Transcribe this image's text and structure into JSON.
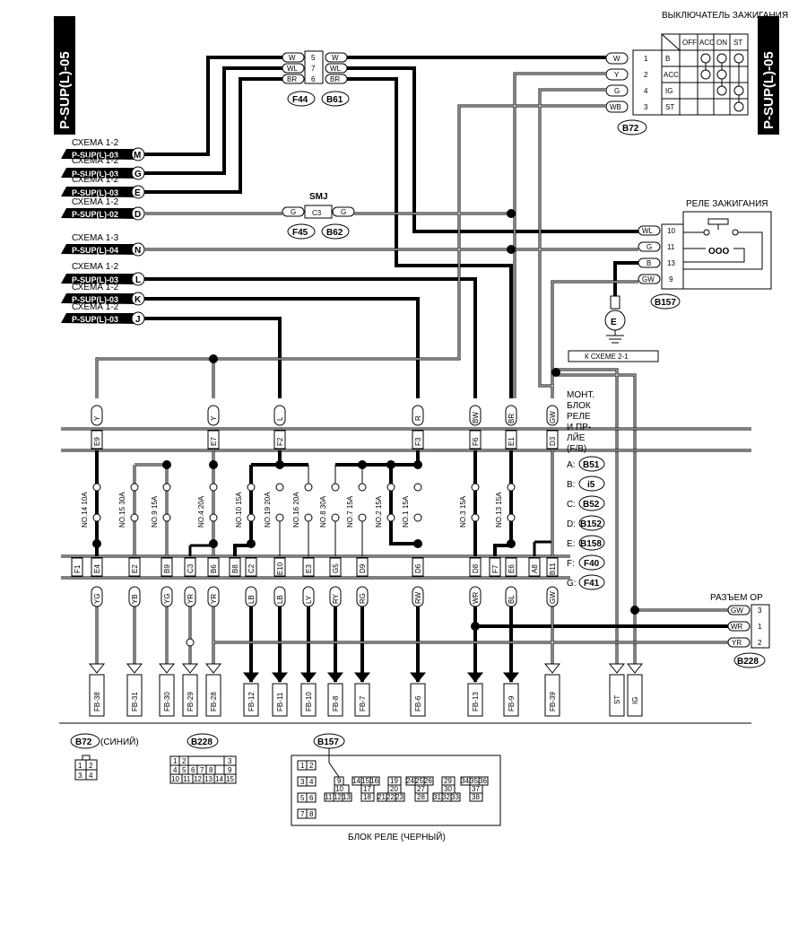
{
  "page_tags": {
    "left": "P-SUP(L)-05",
    "right": "P-SUP(L)-05"
  },
  "switch": {
    "title": "ВЫКЛЮЧАТЕЛЬ ЗАЖИГАНИЯ",
    "cols": [
      "OFF",
      "ACC",
      "ON",
      "ST"
    ],
    "rows": [
      "B",
      "ACC",
      "IG",
      "ST"
    ],
    "wires": [
      {
        "c": "W",
        "p": "1"
      },
      {
        "c": "Y",
        "p": "2"
      },
      {
        "c": "G",
        "p": "4"
      },
      {
        "c": "WB",
        "p": "3"
      }
    ],
    "connector": "B72"
  },
  "top_connector": {
    "left": [
      "W",
      "WL",
      "BR"
    ],
    "pins": [
      "5",
      "7",
      "6"
    ],
    "right": [
      "W",
      "WL",
      "BR"
    ],
    "id_left": "F44",
    "id_right": "B61"
  },
  "smj": {
    "title": "SMJ",
    "left": "G",
    "pin": "C3",
    "right": "G",
    "id_left": "F45",
    "id_right": "B62"
  },
  "relay": {
    "title": "РЕЛЕ ЗАЖИГАНИЯ",
    "wires": [
      {
        "c": "WL",
        "p": "10"
      },
      {
        "c": "G",
        "p": "11"
      },
      {
        "c": "B",
        "p": "13"
      },
      {
        "c": "GW",
        "p": "9"
      }
    ],
    "connector": "B157",
    "ground": "E",
    "ground_ref": "К СХЕМЕ 2-1"
  },
  "refs": [
    {
      "s": "СХЕМА 1-2",
      "p": "P-SUP(L)-03",
      "l": "M"
    },
    {
      "s": "СХЕМА 1-2",
      "p": "P-SUP(L)-03",
      "l": "G"
    },
    {
      "s": "СХЕМА 1-2",
      "p": "P-SUP(L)-03",
      "l": "E"
    },
    {
      "s": "СХЕМА 1-2",
      "p": "P-SUP(L)-02",
      "l": "D"
    },
    {
      "s": "СХЕМА 1-3",
      "p": "P-SUP(L)-04",
      "l": "N"
    },
    {
      "s": "СХЕМА 1-2",
      "p": "P-SUP(L)-03",
      "l": "L"
    },
    {
      "s": "СХЕМА 1-2",
      "p": "P-SUP(L)-03",
      "l": "K"
    },
    {
      "s": "СХЕМА 1-2",
      "p": "P-SUP(L)-03",
      "l": "J"
    }
  ],
  "fuse_block": {
    "title": [
      "МОНТ.",
      "БЛОК",
      "РЕЛЕ",
      "И ПР-",
      "ЛЙЕ",
      "(F/B)"
    ],
    "legend": [
      {
        "k": "A:",
        "v": "B51"
      },
      {
        "k": "B:",
        "v": "i5"
      },
      {
        "k": "C:",
        "v": "B52"
      },
      {
        "k": "D:",
        "v": "B152"
      },
      {
        "k": "E:",
        "v": "B158"
      },
      {
        "k": "F:",
        "v": "F40"
      },
      {
        "k": "G:",
        "v": "F41"
      }
    ],
    "top_wires": [
      "Y",
      "Y",
      "L",
      "R",
      "BW",
      "BR",
      "GW"
    ],
    "top_pins": [
      "E9",
      "E7",
      "F2",
      "F3",
      "F6",
      "E1",
      "D3"
    ],
    "fuses": [
      "NO.14 10A",
      "NO.15 30A",
      "NO.9 15A",
      "NO.4 20A",
      "NO.10 15A",
      "NO.19 20A",
      "NO.16 20A",
      "NO.8 30A",
      "NO.7 15A",
      "NO.2 15A",
      "NO.1 15A",
      "NO.3 15A",
      "NO.13 15A"
    ],
    "bottom_pins": [
      "F1",
      "E4",
      "E2",
      "B9",
      "C3",
      "B6",
      "B8",
      "C2",
      "E10",
      "E3",
      "G5",
      "D9",
      "D6",
      "D8",
      "F7",
      "E6",
      "A8",
      "B11"
    ],
    "bottom_wires": [
      "YG",
      "YB",
      "YG",
      "YR",
      "YR",
      "LB",
      "LB",
      "LY",
      "RY",
      "RG",
      "RW",
      "WR",
      "BL",
      "GW"
    ],
    "outputs": [
      "FB-38",
      "FB-31",
      "FB-30",
      "FB-29",
      "FB-28",
      "FB-12",
      "FB-11",
      "FB-10",
      "FB-8",
      "FB-7",
      "FB-6",
      "FB-13",
      "FB-9",
      "FB-39",
      "ST",
      "IG"
    ]
  },
  "connector_op": {
    "title": "РАЗЪЕМ ОР",
    "wires": [
      {
        "c": "GW",
        "p": "3"
      },
      {
        "c": "WR",
        "p": "1"
      },
      {
        "c": "YR",
        "p": "2"
      }
    ],
    "id": "B228"
  },
  "pinouts": {
    "b72": {
      "id": "B72",
      "note": "(СИНИЙ)",
      "cells": [
        "1",
        "2",
        "3",
        "4"
      ]
    },
    "b228": {
      "id": "B228",
      "cells": [
        "1",
        "2",
        "3",
        "4",
        "5",
        "6",
        "7",
        "8",
        "9",
        "10",
        "11",
        "12",
        "13",
        "14",
        "15"
      ]
    },
    "b157": {
      "id": "B157",
      "caption": "БЛОК РЕЛЕ (ЧЕРНЫЙ)",
      "cells": [
        "1",
        "2",
        "3",
        "4",
        "5",
        "6",
        "7",
        "8",
        "9",
        "10",
        "11",
        "12",
        "13",
        "14",
        "15",
        "16",
        "17",
        "18",
        "19",
        "20",
        "21",
        "22",
        "23",
        "24",
        "25",
        "26",
        "27",
        "28",
        "29",
        "30",
        "31",
        "32",
        "33",
        "34",
        "35",
        "36",
        "37",
        "38"
      ]
    }
  }
}
